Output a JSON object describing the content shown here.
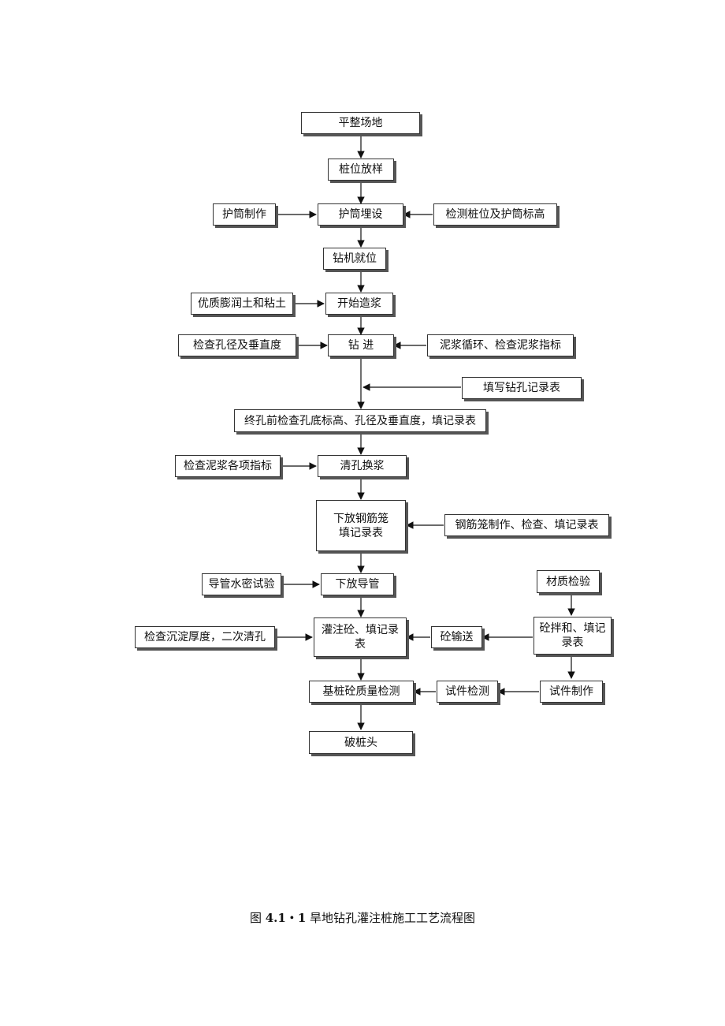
{
  "nodes": {
    "site_leveling": "平整场地",
    "pile_layout": "桩位放样",
    "casing_making": "护筒制作",
    "casing_burying": "护筒埋设",
    "check_position": "检测桩位及护筒标高",
    "rig_positioning": "钻机就位",
    "bentonite": "优质膨润土和粘土",
    "start_slurry": "开始造浆",
    "check_hole_dia": "检查孔径及垂直度",
    "drilling": "钻   进",
    "slurry_circulation": "泥浆循环、检查泥浆指标",
    "fill_drill_record": "填写钻孔记录表",
    "final_hole_check": "终孔前检查孔底标高、孔径及垂直度，填记录表",
    "check_slurry_indices": "检查泥浆各项指标",
    "hole_cleaning": "清孔换浆",
    "lower_cage": "下放钢筋笼\n填记录表",
    "cage_making": "钢筋笼制作、检查、填记录表",
    "tremie_test": "导管水密试验",
    "lower_tremie": "下放导管",
    "material_inspection": "材质检验",
    "check_sediment": "检查沉淀厚度，二次清孔",
    "pour_concrete": "灌注砼、填记录\n表",
    "concrete_transport": "砼输送",
    "concrete_mixing": "砼拌和、填记\n录表",
    "pile_quality_test": "基桩砼质量检测",
    "specimen_test": "试件检测",
    "specimen_making": "试件制作",
    "pile_head_breaking": "破桩头"
  },
  "caption": {
    "prefix": "图 ",
    "number": "4.1・1",
    "title": " 旱地钻孔灌注桩施工工艺流程图"
  }
}
